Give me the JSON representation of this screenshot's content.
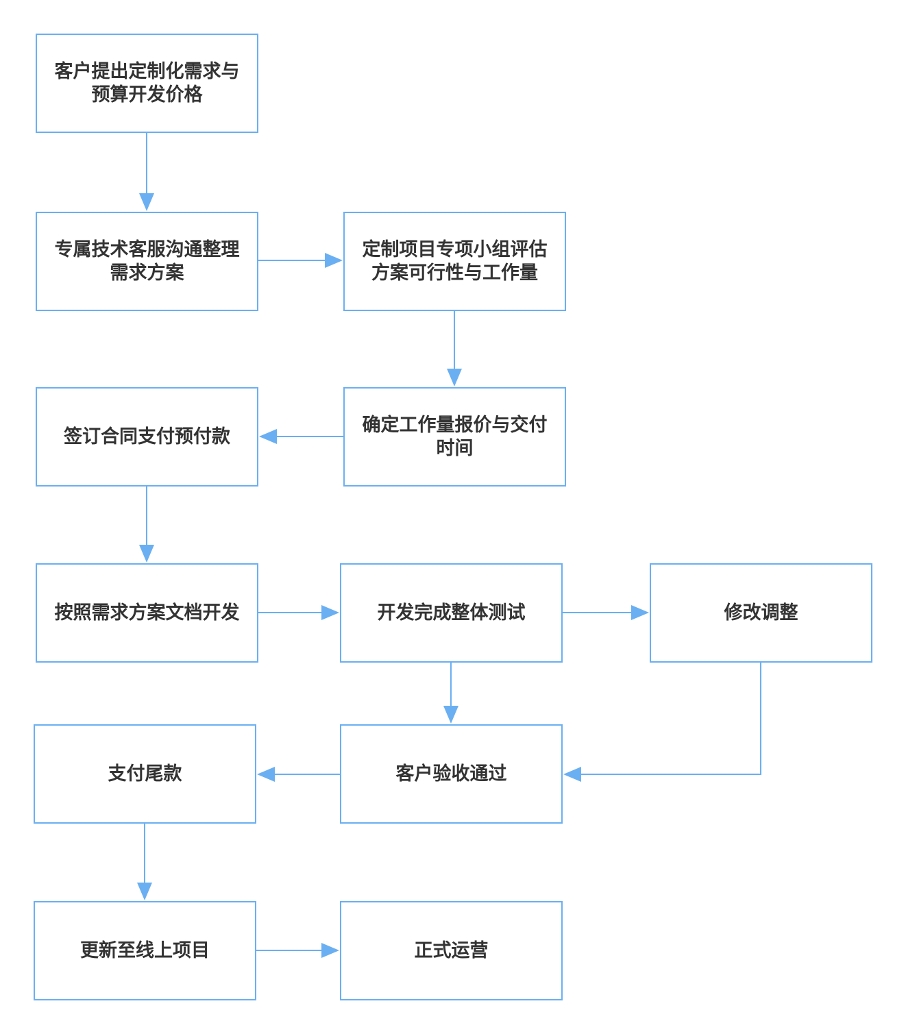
{
  "colors": {
    "box_border": "#6aaff2",
    "arrow": "#6aaff2",
    "text": "#333333",
    "background": "#ffffff"
  },
  "nodes": [
    {
      "id": "request",
      "label": "客户提出定制化需求与\n预算开发价格"
    },
    {
      "id": "organize",
      "label": "专属技术客服沟通整理\n需求方案"
    },
    {
      "id": "evaluate",
      "label": "定制项目专项小组评估\n方案可行性与工作量"
    },
    {
      "id": "quote",
      "label": "确定工作量报价与交付\n时间"
    },
    {
      "id": "contract",
      "label": "签订合同支付预付款"
    },
    {
      "id": "develop",
      "label": "按照需求方案文档开发"
    },
    {
      "id": "test",
      "label": "开发完成整体测试"
    },
    {
      "id": "revise",
      "label": "修改调整"
    },
    {
      "id": "accept",
      "label": "客户验收通过"
    },
    {
      "id": "final-payment",
      "label": "支付尾款"
    },
    {
      "id": "deploy",
      "label": "更新至线上项目"
    },
    {
      "id": "operate",
      "label": "正式运营"
    }
  ],
  "edges": [
    {
      "from": "request",
      "to": "organize"
    },
    {
      "from": "organize",
      "to": "evaluate"
    },
    {
      "from": "evaluate",
      "to": "quote"
    },
    {
      "from": "quote",
      "to": "contract"
    },
    {
      "from": "contract",
      "to": "develop"
    },
    {
      "from": "develop",
      "to": "test"
    },
    {
      "from": "test",
      "to": "revise"
    },
    {
      "from": "test",
      "to": "accept"
    },
    {
      "from": "revise",
      "to": "accept"
    },
    {
      "from": "accept",
      "to": "final-payment"
    },
    {
      "from": "final-payment",
      "to": "deploy"
    },
    {
      "from": "deploy",
      "to": "operate"
    }
  ]
}
